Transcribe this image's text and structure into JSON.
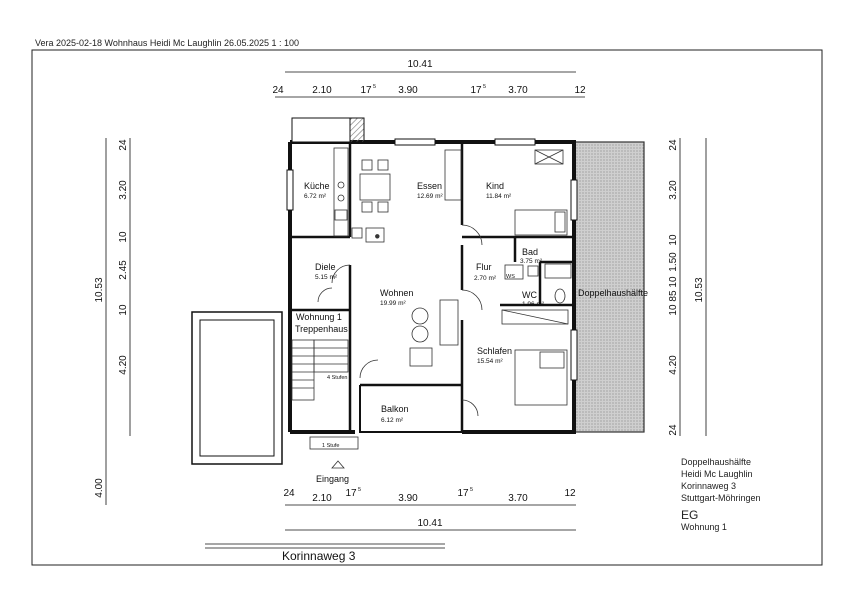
{
  "header": {
    "title": "Vera 2025-02-18 Wohnhaus Heidi Mc Laughlin  26.05.2025  1 : 100"
  },
  "dimensions": {
    "top_total": "10.41",
    "top_parts": [
      "24",
      "2.10",
      "17",
      "5",
      "3.90",
      "17",
      "5",
      "3.70",
      "12"
    ],
    "bottom_total": "10.41",
    "bottom_parts": [
      "24",
      "2.10",
      "17",
      "5",
      "3.90",
      "17",
      "5",
      "3.70",
      "12"
    ],
    "left_total": "10.53",
    "left_parts": [
      "24",
      "3.20",
      "10",
      "2.45",
      "10",
      "4.20"
    ],
    "left_entry": "4.00",
    "right_total": "10.53",
    "right_parts": [
      "24",
      "3.20",
      "10",
      "1.50",
      "10",
      "85",
      "10",
      "4.20",
      "24"
    ]
  },
  "rooms": [
    {
      "name": "Küche",
      "area": "6.72 m²"
    },
    {
      "name": "Essen",
      "area": "12.69 m²"
    },
    {
      "name": "Kind",
      "area": "11.84 m²"
    },
    {
      "name": "Diele",
      "area": "5.15 m²"
    },
    {
      "name": "Bad",
      "area": "3.75 m²"
    },
    {
      "name": "Flur",
      "area": "2.70 m²"
    },
    {
      "name": "Wohnen",
      "area": "19.99 m²"
    },
    {
      "name": "WC",
      "area": "1.96 m²"
    },
    {
      "name": "Schlafen",
      "area": "15.54 m²"
    },
    {
      "name": "Balkon",
      "area": "6.12 m²"
    }
  ],
  "labels": {
    "stair_line1": "Wohnung 1",
    "stair_line2": "Treppenhaus",
    "steps": "4 Stufen",
    "step1": "1 Stufe",
    "entrance": "Eingang",
    "neighbor": "Doppelhaushälfte",
    "ws": "WS",
    "street": "Korinnaweg 3"
  },
  "info": {
    "line1": "Doppelhaushälfte",
    "line2": "Heidi Mc Laughlin",
    "line3": "Korinnaweg 3",
    "line4": "Stuttgart-Möhringen",
    "floor": "EG",
    "unit": "Wohnung 1"
  }
}
